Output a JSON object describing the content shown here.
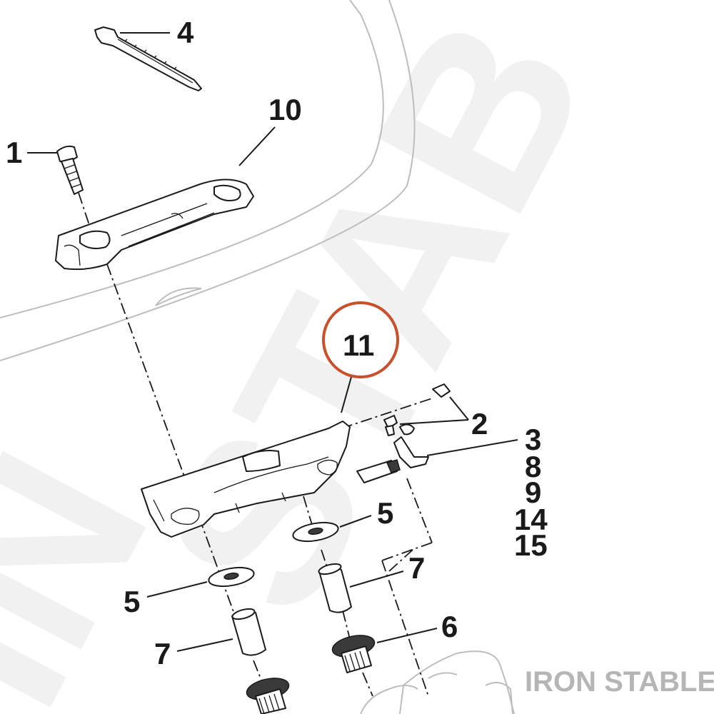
{
  "brand_watermark": "IRON STABLE",
  "highlight_color": "#c9502a",
  "callouts": {
    "c1": "1",
    "c2": "2",
    "c3": "3",
    "c4": "4",
    "c5a": "5",
    "c5b": "5",
    "c6": "6",
    "c7a": "7",
    "c7b": "7",
    "c8": "8",
    "c9": "9",
    "c10": "10",
    "c11": "11",
    "c14": "14",
    "c15": "15"
  }
}
